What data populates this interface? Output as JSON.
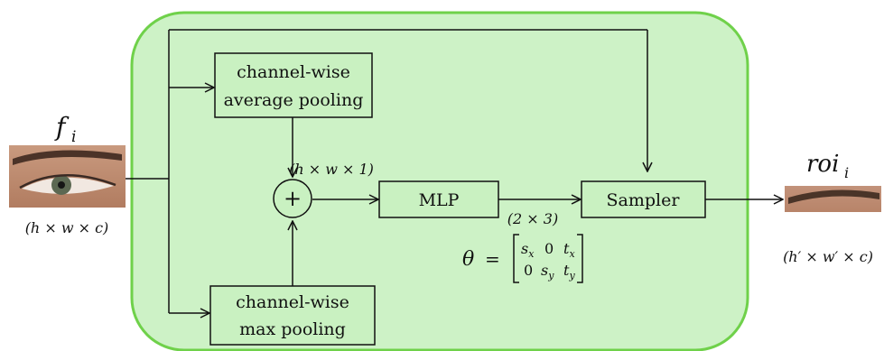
{
  "input": {
    "symbol": "f",
    "subscript": "i",
    "dims": "(h × w × c)"
  },
  "output": {
    "symbol": "roi",
    "subscript": "i",
    "dims": "(h′ × w′ × c)"
  },
  "blocks": {
    "avg_pool": {
      "line1": "channel-wise",
      "line2": "average pooling"
    },
    "max_pool": {
      "line1": "channel-wise",
      "line2": "max pooling"
    },
    "add": "+",
    "mlp": "MLP",
    "sampler": "Sampler"
  },
  "annotations": {
    "pool_dims": "(h × w × 1)",
    "mlp_dims": "(2 × 3)"
  },
  "theta": {
    "lhs": "θ",
    "eq": "=",
    "row1": [
      "s_x",
      "0",
      "t_x"
    ],
    "row2": [
      "0",
      "s_y",
      "t_y"
    ]
  },
  "colors": {
    "container_fill": "#cdf2c6",
    "container_stroke": "#6fd14a",
    "box_fill": "#c9f1c1",
    "line": "#111111"
  }
}
